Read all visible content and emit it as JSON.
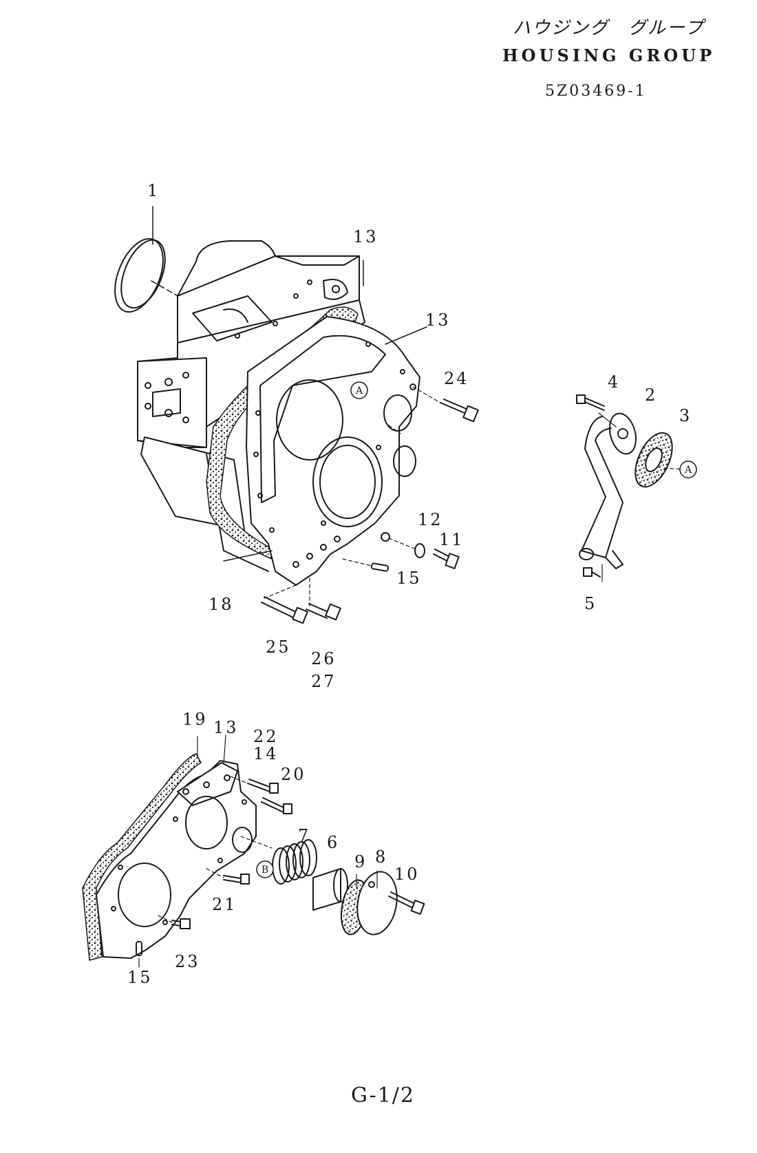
{
  "header": {
    "title_jp": "ハウジング　グループ",
    "title_en": "HOUSING GROUP",
    "drawing_number": "5Z03469-1"
  },
  "footer": {
    "page_number": "G-1/2"
  },
  "callouts": [
    {
      "text": "1"
    },
    {
      "text": "13"
    },
    {
      "text": "13"
    },
    {
      "text": "24"
    },
    {
      "text": "4"
    },
    {
      "text": "2"
    },
    {
      "text": "3"
    },
    {
      "text": "12"
    },
    {
      "text": "11"
    },
    {
      "text": "15"
    },
    {
      "text": "5"
    },
    {
      "text": "18"
    },
    {
      "text": "25"
    },
    {
      "text": "26"
    },
    {
      "text": "27"
    },
    {
      "text": "19"
    },
    {
      "text": "13"
    },
    {
      "text": "22"
    },
    {
      "text": "14"
    },
    {
      "text": "20"
    },
    {
      "text": "7"
    },
    {
      "text": "6"
    },
    {
      "text": "9"
    },
    {
      "text": "8"
    },
    {
      "text": "10"
    },
    {
      "text": "21"
    },
    {
      "text": "23"
    },
    {
      "text": "15"
    }
  ],
  "reference_marks": [
    {
      "letter": "A"
    },
    {
      "letter": "A"
    },
    {
      "letter": "B"
    }
  ]
}
